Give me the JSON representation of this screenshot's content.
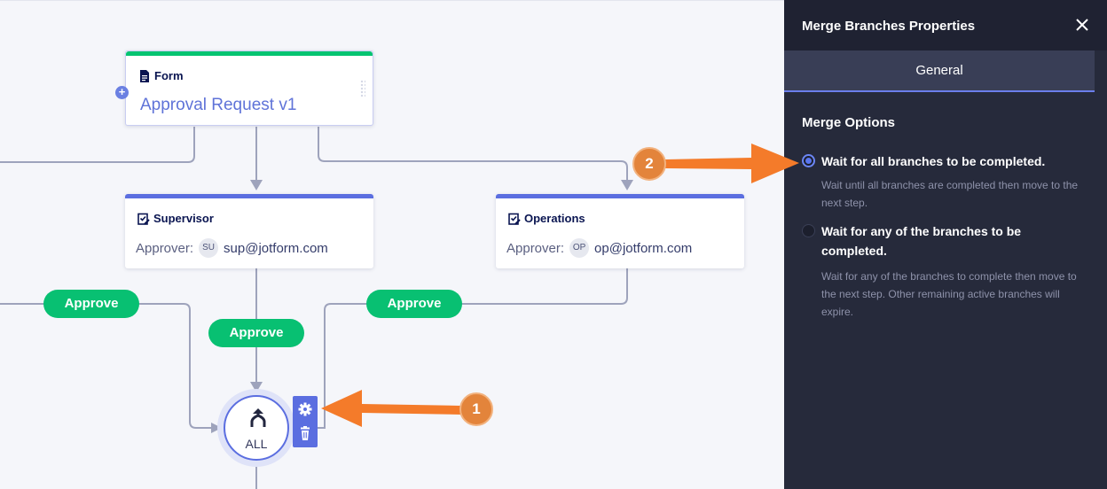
{
  "canvas": {
    "form_node": {
      "type_label": "Form",
      "title": "Approval Request v1"
    },
    "supervisor_node": {
      "type_label": "Supervisor",
      "approver_label": "Approver:",
      "avatar": "SU",
      "email": "sup@jotform.com"
    },
    "operations_node": {
      "type_label": "Operations",
      "approver_label": "Approver:",
      "avatar": "OP",
      "email": "op@jotform.com"
    },
    "pills": {
      "left": "Approve",
      "center": "Approve",
      "right": "Approve"
    },
    "merge_node": {
      "label": "ALL"
    },
    "badges": {
      "one": "1",
      "two": "2"
    }
  },
  "panel": {
    "title": "Merge Branches Properties",
    "tab": "General",
    "section_title": "Merge Options",
    "options": [
      {
        "label": "Wait for all branches to be completed.",
        "description": "Wait until all branches are completed then move to the next step.",
        "selected": true
      },
      {
        "label": "Wait for any of the branches to be completed.",
        "description": "Wait for any of the branches to complete then move to the next step. Other remaining active branches will expire.",
        "selected": false
      }
    ]
  },
  "colors": {
    "form_accent": "#05c471",
    "approval_accent": "#5b6ee0",
    "approve_pill": "#08c072",
    "annotation_arrow": "#f47b2a",
    "panel_bg": "#262a3b"
  }
}
